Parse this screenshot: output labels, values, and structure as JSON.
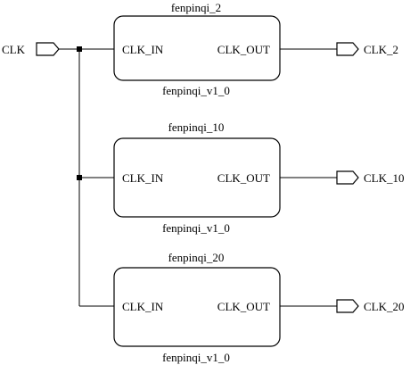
{
  "input_port": {
    "label": "CLK"
  },
  "blocks": [
    {
      "instance": "fenpinqi_2",
      "module": "fenpinqi_v1_0",
      "in_pin": "CLK_IN",
      "out_pin": "CLK_OUT",
      "output_port": "CLK_2"
    },
    {
      "instance": "fenpinqi_10",
      "module": "fenpinqi_v1_0",
      "in_pin": "CLK_IN",
      "out_pin": "CLK_OUT",
      "output_port": "CLK_10"
    },
    {
      "instance": "fenpinqi_20",
      "module": "fenpinqi_v1_0",
      "in_pin": "CLK_IN",
      "out_pin": "CLK_OUT",
      "output_port": "CLK_20"
    }
  ]
}
